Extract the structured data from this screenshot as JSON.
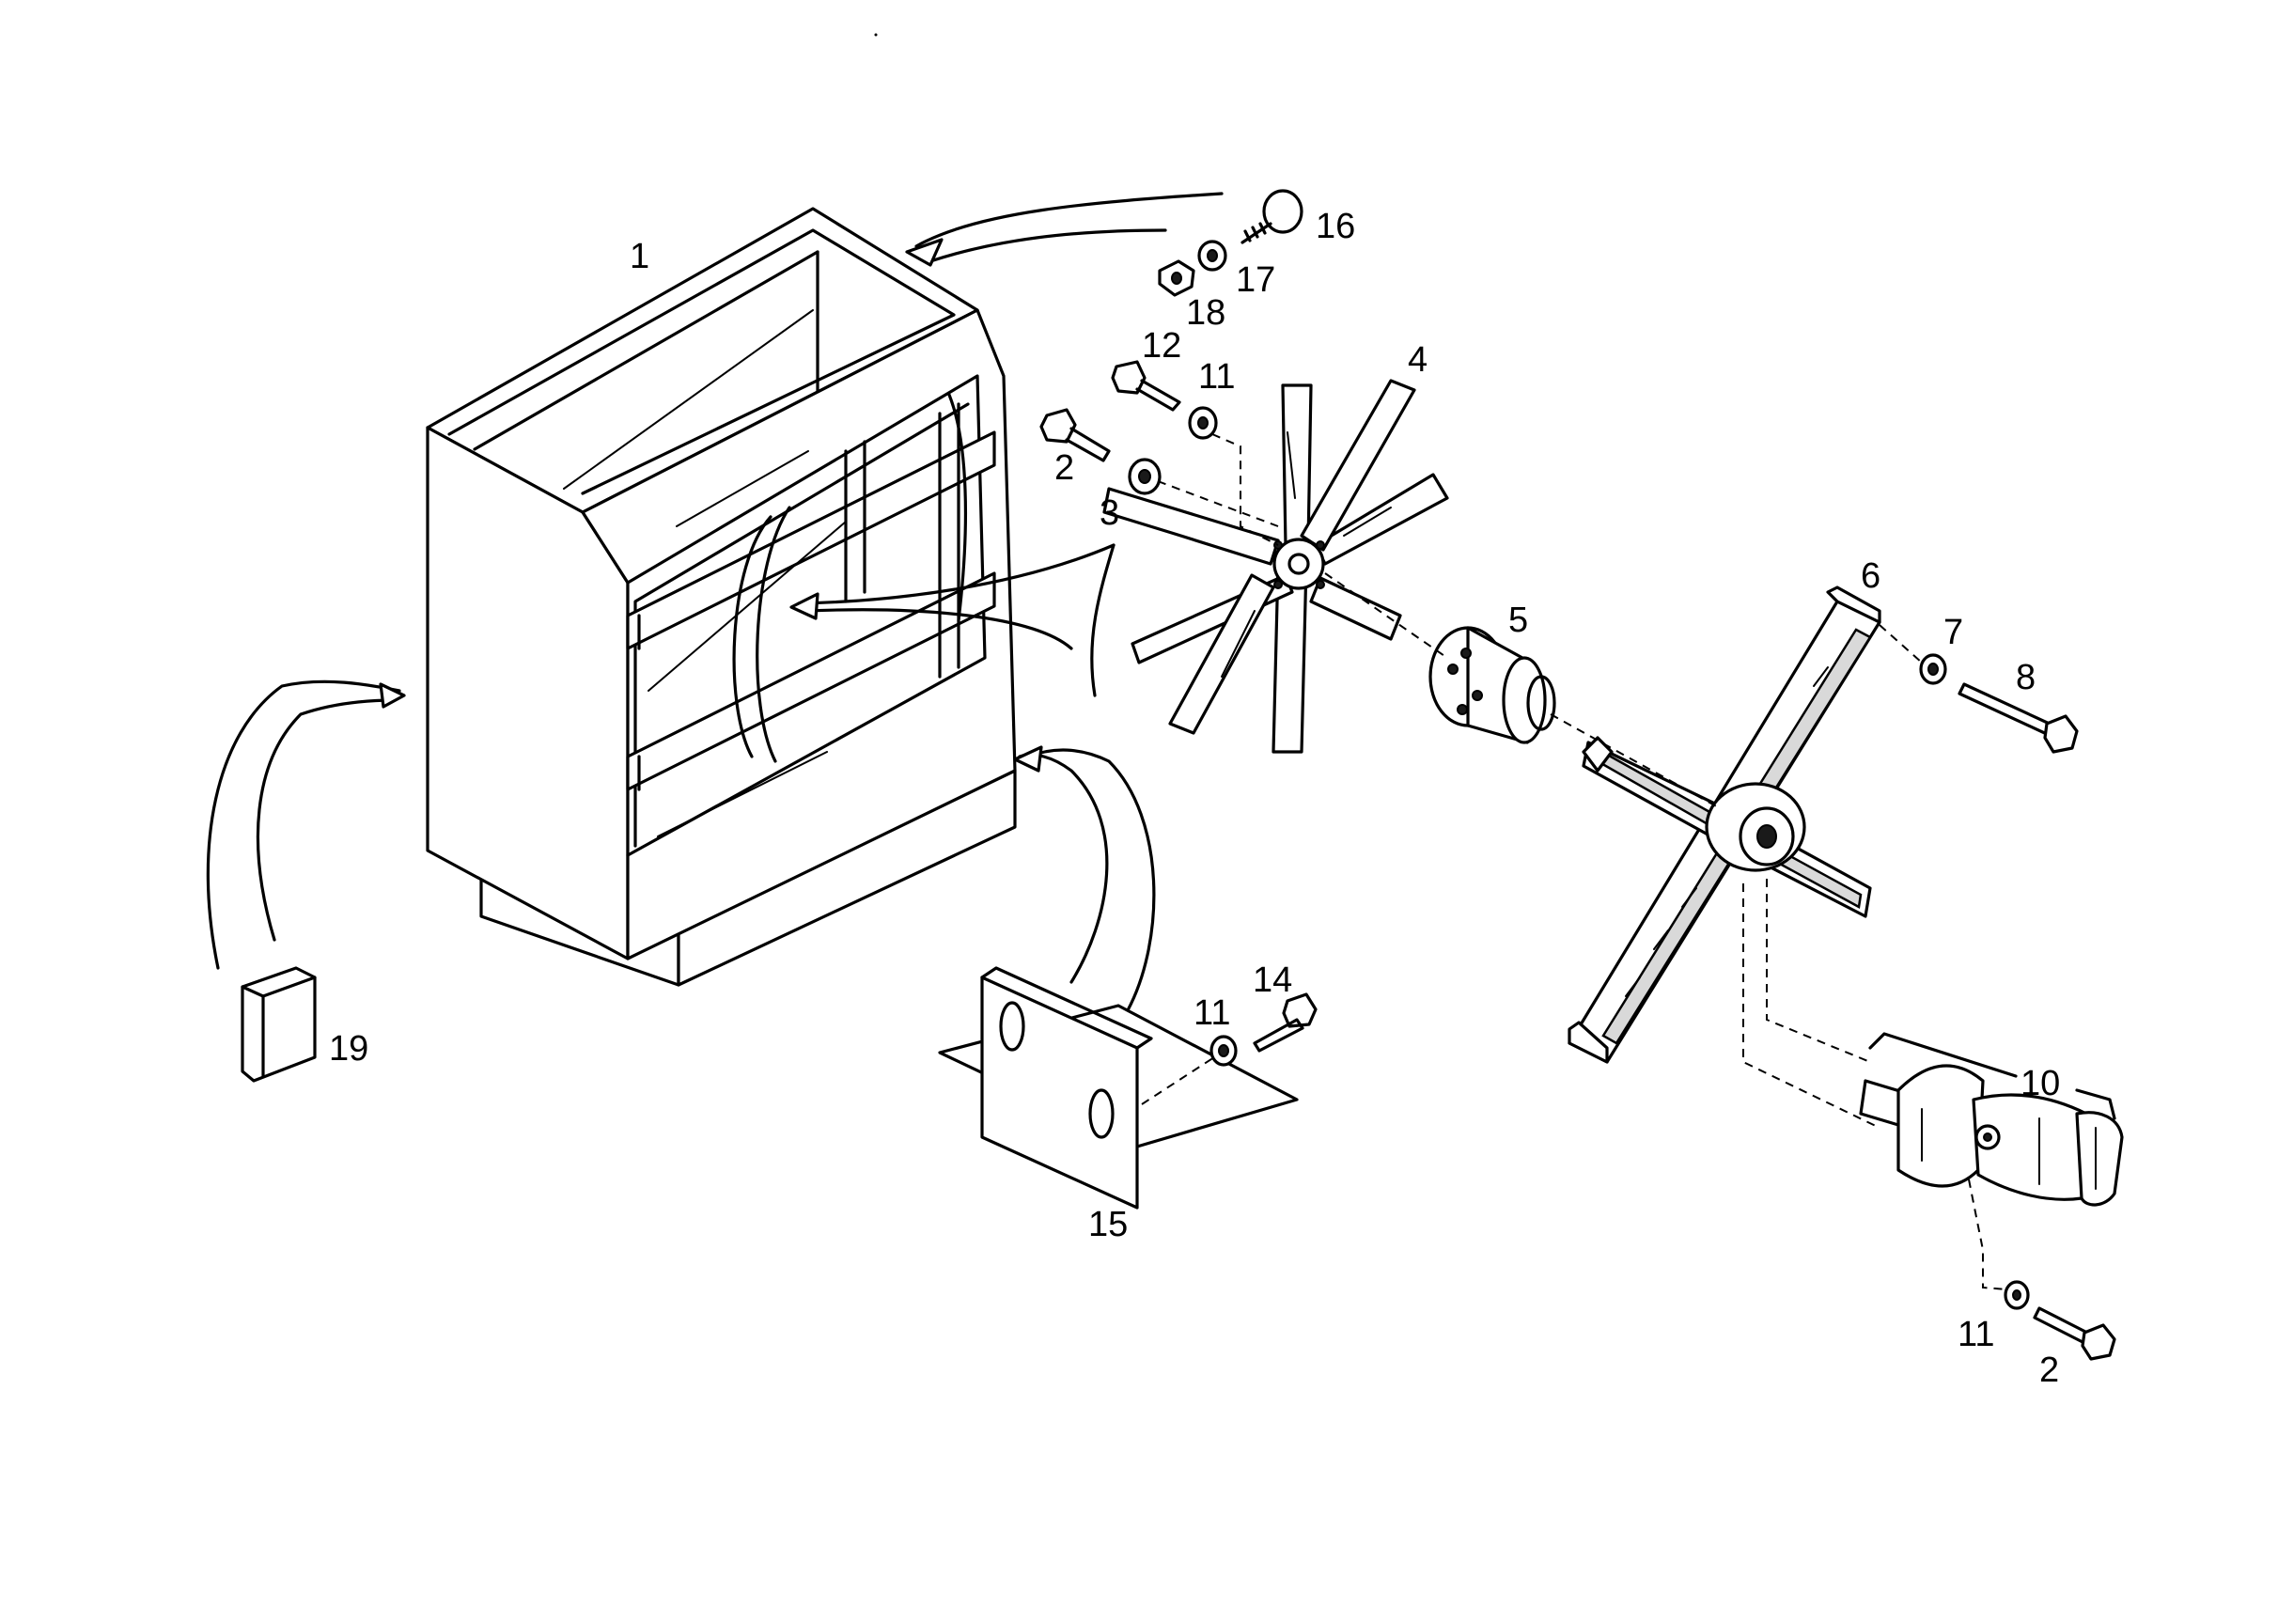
{
  "callouts": {
    "c1": "1",
    "c2a": "2",
    "c2b": "2",
    "c3": "3",
    "c4": "4",
    "c5": "5",
    "c6": "6",
    "c7": "7",
    "c8": "8",
    "c10": "10",
    "c11a": "11",
    "c11b": "11",
    "c11c": "11",
    "c12": "12",
    "c14": "14",
    "c15": "15",
    "c16": "16",
    "c17": "17",
    "c18": "18",
    "c19": "19"
  },
  "parts": {
    "housing": "radiator-housing",
    "fan": "eight-blade-fan",
    "hub": "fan-hub",
    "spider": "fan-support-cross",
    "motor": "hydraulic-motor",
    "bracket": "mounting-bracket",
    "block": "rubber-block"
  },
  "style": {
    "line_color": "#000000",
    "background": "#ffffff"
  }
}
